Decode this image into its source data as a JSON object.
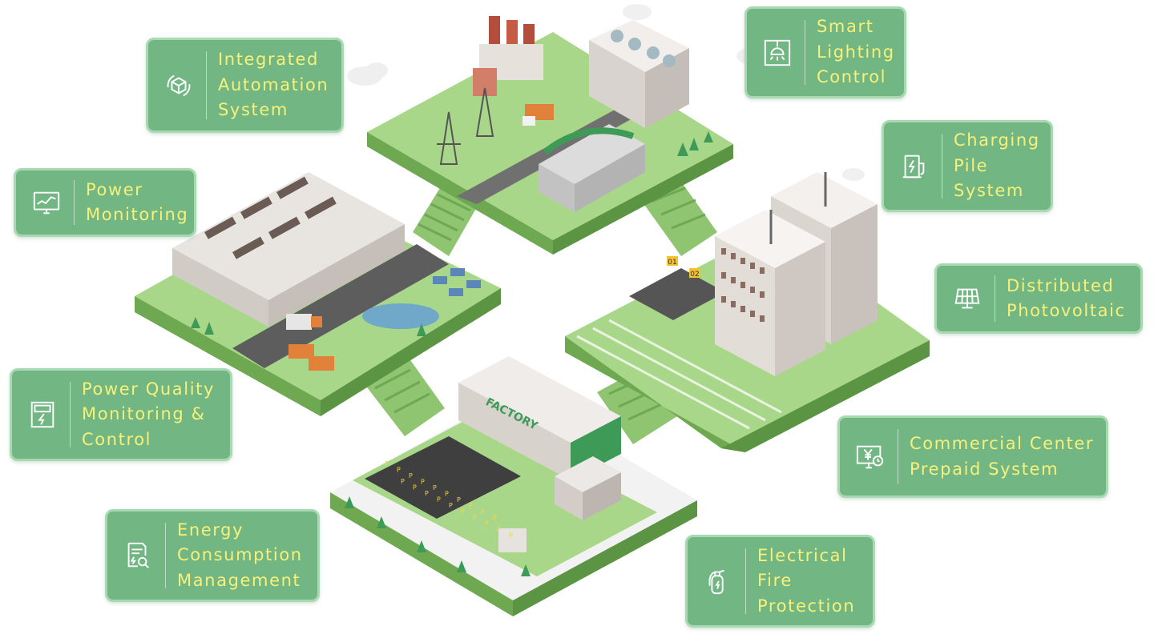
{
  "colors": {
    "card_fill": "#72b783",
    "card_border": "#a8d9b2",
    "label_text": "#f7f07a",
    "grass": "#9fcf7a",
    "grass_side": "#6ea850"
  },
  "systems": {
    "ias": {
      "icon": "cube-cycle-icon",
      "lines": [
        "Integrated",
        "Automation",
        "System"
      ]
    },
    "pm": {
      "icon": "monitor-chart-icon",
      "lines": [
        "Power",
        "Monitoring"
      ]
    },
    "pqm": {
      "icon": "power-meter-icon",
      "lines": [
        "Power Quality",
        "Monitoring &",
        "Control"
      ]
    },
    "ecm": {
      "icon": "document-search-icon",
      "lines": [
        "Energy",
        "Consumption",
        "Management"
      ]
    },
    "slc": {
      "icon": "ceiling-lamp-icon",
      "lines": [
        "Smart",
        "Lighting",
        "Control"
      ]
    },
    "cps": {
      "icon": "charging-pile-icon",
      "lines": [
        "Charging",
        "Pile",
        "System"
      ]
    },
    "dpv": {
      "icon": "solar-panel-icon",
      "lines": [
        "Distributed",
        "Photovoltaic"
      ]
    },
    "ccp": {
      "icon": "yen-monitor-clock-icon",
      "lines": [
        "Commercial Center",
        "Prepaid System"
      ]
    },
    "efp": {
      "icon": "fire-extinguisher-icon",
      "lines": [
        "Electrical",
        "Fire",
        "Protection"
      ]
    }
  },
  "scene": {
    "signs": {
      "factory": "FACTORY",
      "parking_lot_1": "01",
      "parking_lot_2": "02",
      "parking_marks": [
        "P",
        "P",
        "P",
        "P",
        "P",
        "P",
        "P",
        "P",
        "P",
        "P",
        "P",
        "P",
        "P",
        "P",
        "P",
        "P",
        "P",
        "P",
        "P",
        "P"
      ]
    }
  }
}
